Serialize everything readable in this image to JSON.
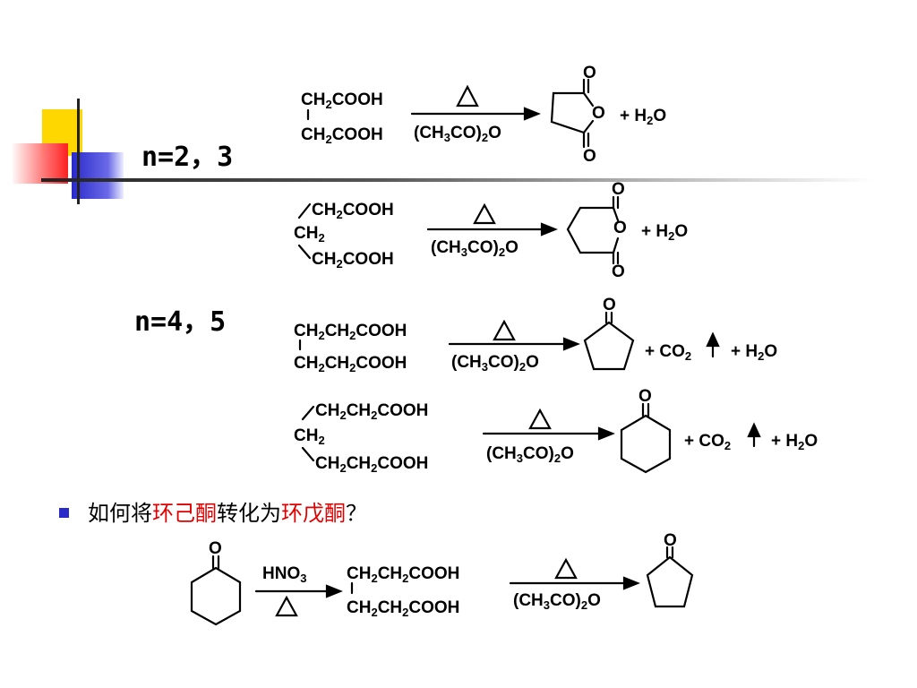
{
  "labels": {
    "n23": "n=2，3",
    "n45": "n=4，5"
  },
  "question": {
    "p1": "如何将",
    "p2": "环己酮",
    "p3": "转化为",
    "p4": "环戊酮",
    "p5": "？"
  },
  "atoms": {
    "O": "O",
    "plus": "+",
    "plus_h2o": "+ H",
    "plus_co2": "+ CO",
    "h": "H",
    "o": "O",
    "two": "2",
    "three": "3"
  },
  "colors": {
    "accent_red": "#e00000",
    "bullet": "#2a2ac8",
    "deco_yellow": "#ffd700",
    "deco_blue": "#3030d0",
    "deco_red": "#ff3030"
  }
}
